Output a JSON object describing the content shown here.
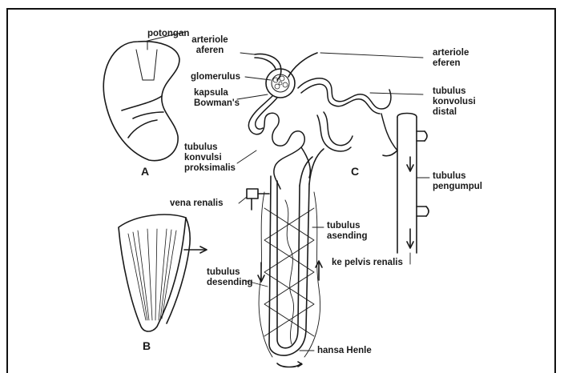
{
  "labels": {
    "potongan": "potongan",
    "arteriole_aferen": [
      "arteriole",
      "aferen"
    ],
    "arteriole_eferen": [
      "arteriole",
      "eferen"
    ],
    "glomerulus": "glomerulus",
    "kapsula": [
      "kapsula",
      "Bowman's"
    ],
    "tubulus_distal": [
      "tubulus",
      "konvolusi",
      "distal"
    ],
    "tubulus_proksimal": [
      "tubulus",
      "konvulsi",
      "proksimalis"
    ],
    "c": "C",
    "a": "A",
    "b": "B",
    "pengumpul": [
      "tubulus",
      "pengumpul"
    ],
    "vena": "vena renalis",
    "asending": [
      "tubulus",
      "asending"
    ],
    "pelvis": "ke pelvis renalis",
    "desending": [
      "tubulus",
      "desending"
    ],
    "henle": "hansa Henle"
  },
  "colors": {
    "ink": "#1a1a1a",
    "frame": "#111111"
  }
}
